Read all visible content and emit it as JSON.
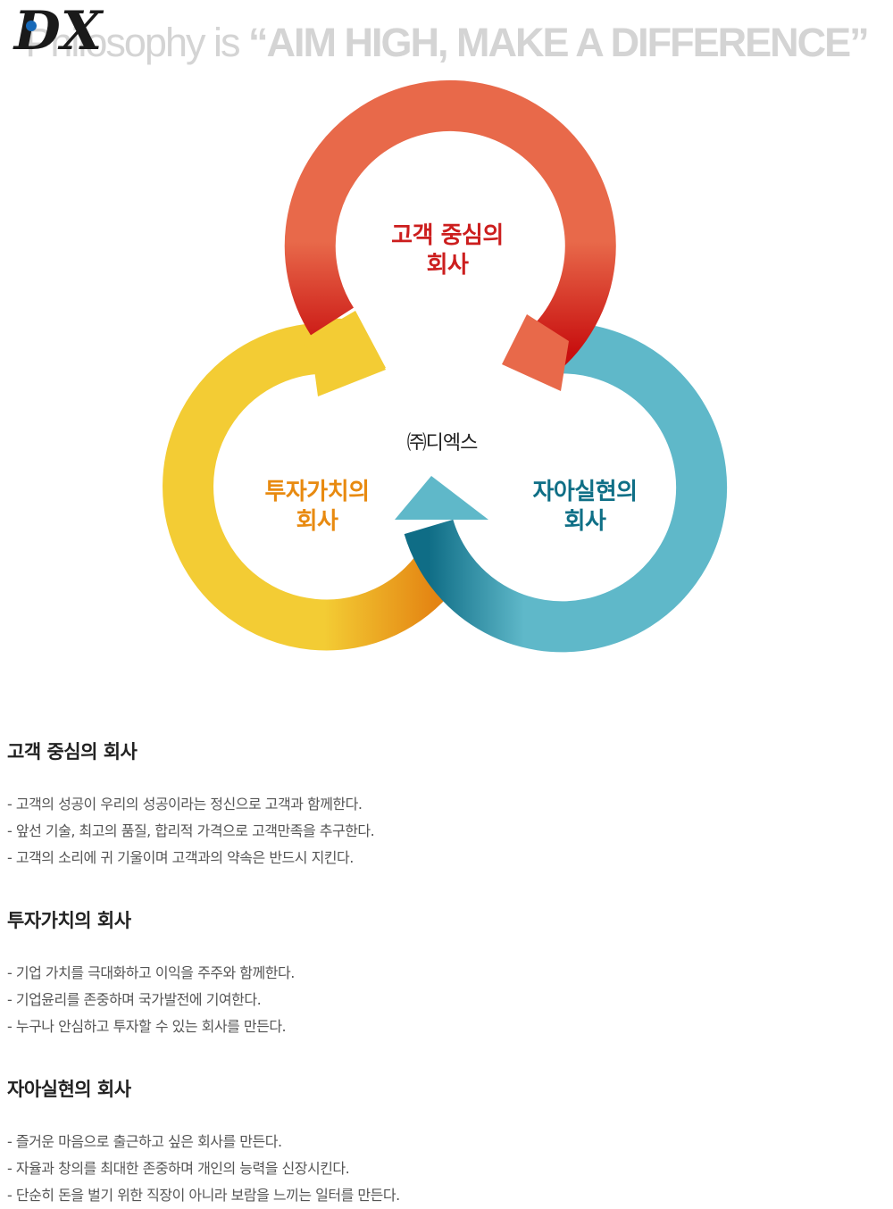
{
  "headline": {
    "light": "Philosophy is ",
    "strong": "“AIM HIGH, MAKE A DIFFERENCE”"
  },
  "diagram": {
    "center": {
      "logo_text": "DX",
      "company_name": "㈜디엑스"
    },
    "circles": [
      {
        "line1": "고객 중심의",
        "line2": "회사",
        "color": "#e8694a",
        "text_color": "#cc1e1e"
      },
      {
        "line1": "투자가치의",
        "line2": "회사",
        "color": "#f3cc34",
        "text_color": "#e88a10"
      },
      {
        "line1": "자아실현의",
        "line2": "회사",
        "color": "#5fb8c9",
        "text_color": "#0f6f86"
      }
    ]
  },
  "sections": [
    {
      "title": "고객 중심의 회사",
      "items": [
        "- 고객의 성공이 우리의 성공이라는 정신으로 고객과 함께한다.",
        "- 앞선 기술, 최고의 품질, 합리적 가격으로 고객만족을 추구한다.",
        "- 고객의 소리에 귀 기울이며 고객과의 약속은 반드시 지킨다."
      ]
    },
    {
      "title": "투자가치의 회사",
      "items": [
        "- 기업 가치를 극대화하고 이익을 주주와 함께한다.",
        "- 기업윤리를 존중하며 국가발전에 기여한다.",
        "- 누구나 안심하고 투자할 수 있는 회사를 만든다."
      ]
    },
    {
      "title": "자아실현의 회사",
      "items": [
        "- 즐거운 마음으로 출근하고 싶은 회사를 만든다.",
        "- 자율과 창의를 최대한 존중하며 개인의 능력을 신장시킨다.",
        "- 단순히 돈을 벌기 위한 직장이 아니라 보람을 느끼는 일터를 만든다."
      ]
    }
  ]
}
